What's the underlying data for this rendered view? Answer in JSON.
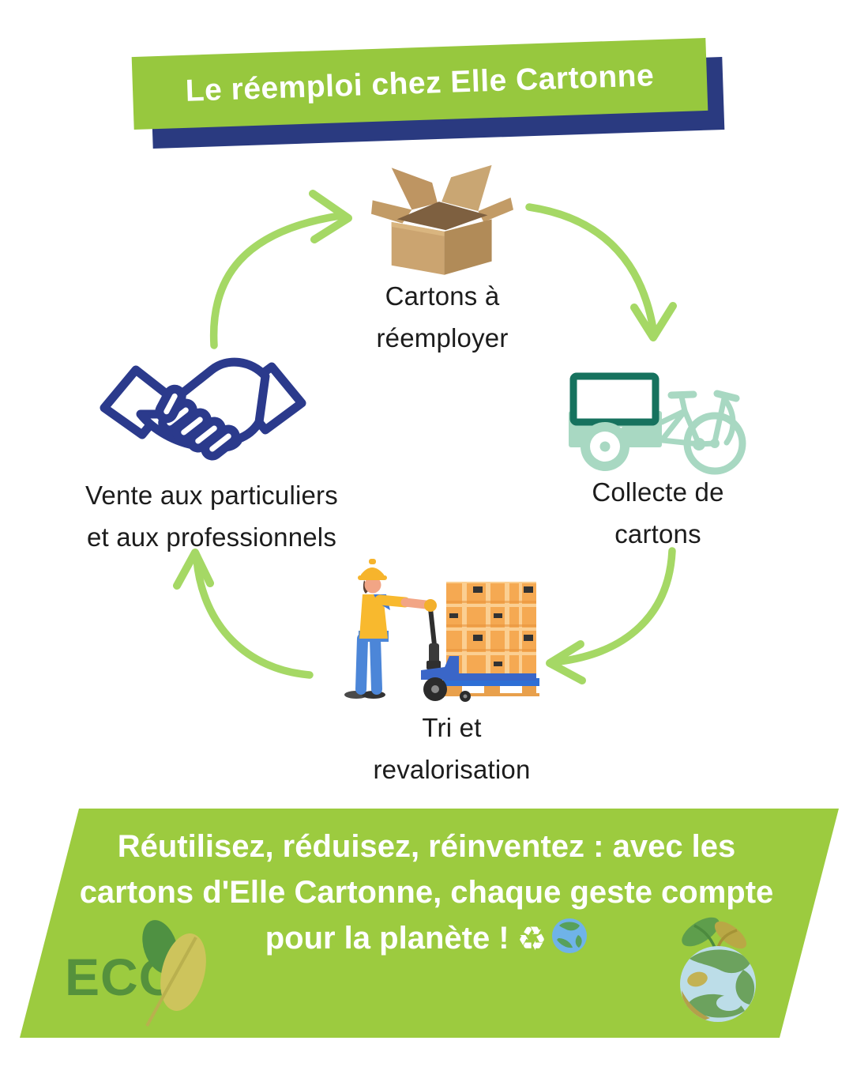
{
  "title_banner": {
    "label": "Le réemploi chez Elle Cartonne",
    "bg_color": "#97C83E",
    "shadow_color": "#2A3A80",
    "text_color": "#FFFFFF"
  },
  "cycle": {
    "arrow_color": "#A5D865",
    "steps": [
      {
        "id": "cartons-a-reemployer",
        "line1": "Cartons à",
        "line2": "réemployer",
        "icon": "cardboard-box-icon"
      },
      {
        "id": "collecte-de-cartons",
        "line1": "Collecte de",
        "line2": "cartons",
        "icon": "cargo-bike-icon"
      },
      {
        "id": "tri-et-revalorisation",
        "line1": "Tri et",
        "line2": "revalorisation",
        "icon": "pallet-worker-icon"
      },
      {
        "id": "vente-particuliers-professionnels",
        "line1": "Vente aux particuliers",
        "line2": "et aux professionnels",
        "icon": "handshake-icon"
      }
    ]
  },
  "footer_banner": {
    "line1": "Réutilisez, réduisez, réinventez : avec les",
    "line2": "cartons d'Elle Cartonne, chaque geste compte",
    "line3": "pour la planète !",
    "recycle_icon": "♻",
    "earth_icon": "🌍",
    "eco_logo": "ECO",
    "bg_color": "#9CCB3F",
    "text_color": "#FFFFFF"
  },
  "colors": {
    "label_text": "#1C1C1C",
    "navy": "#2B3A8C",
    "mint": "#A8D8C2",
    "teal_dark": "#16725E",
    "cardboard": "#C9A26B",
    "worker_yellow": "#F8B92E",
    "worker_blue": "#4C86D8",
    "pallet_blue": "#3A66C8",
    "box_orange": "#F5A952",
    "eco_text_green": "#55913C"
  }
}
